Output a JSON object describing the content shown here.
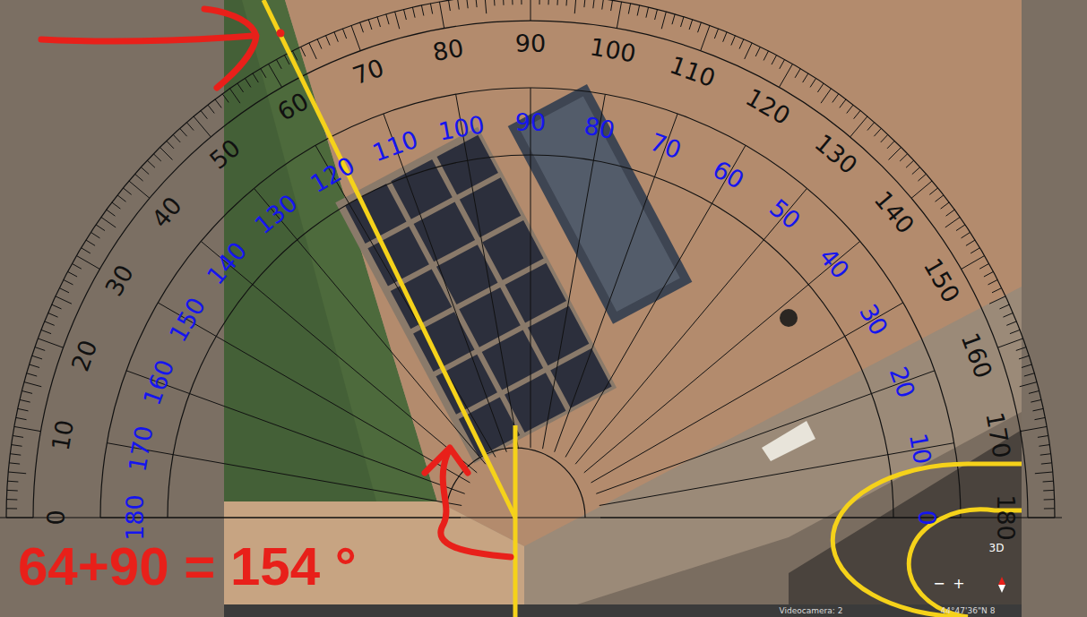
{
  "diagram": {
    "labels": [
      "0",
      "10",
      "20",
      "30",
      "40",
      "50",
      "60",
      "70",
      "80",
      "90",
      "100",
      "110",
      "120",
      "130",
      "140",
      "150",
      "160",
      "170",
      "180",
      "180",
      "170",
      "160",
      "150",
      "140",
      "130",
      "120",
      "110",
      "100",
      "90",
      "80",
      "70",
      "60",
      "50",
      "40",
      "30",
      "20",
      "10",
      "0",
      "64+90 = 154 °",
      "3D",
      "−",
      "+",
      "Videocamera: 2",
      "44°47'36\"N 8"
    ]
  }
}
